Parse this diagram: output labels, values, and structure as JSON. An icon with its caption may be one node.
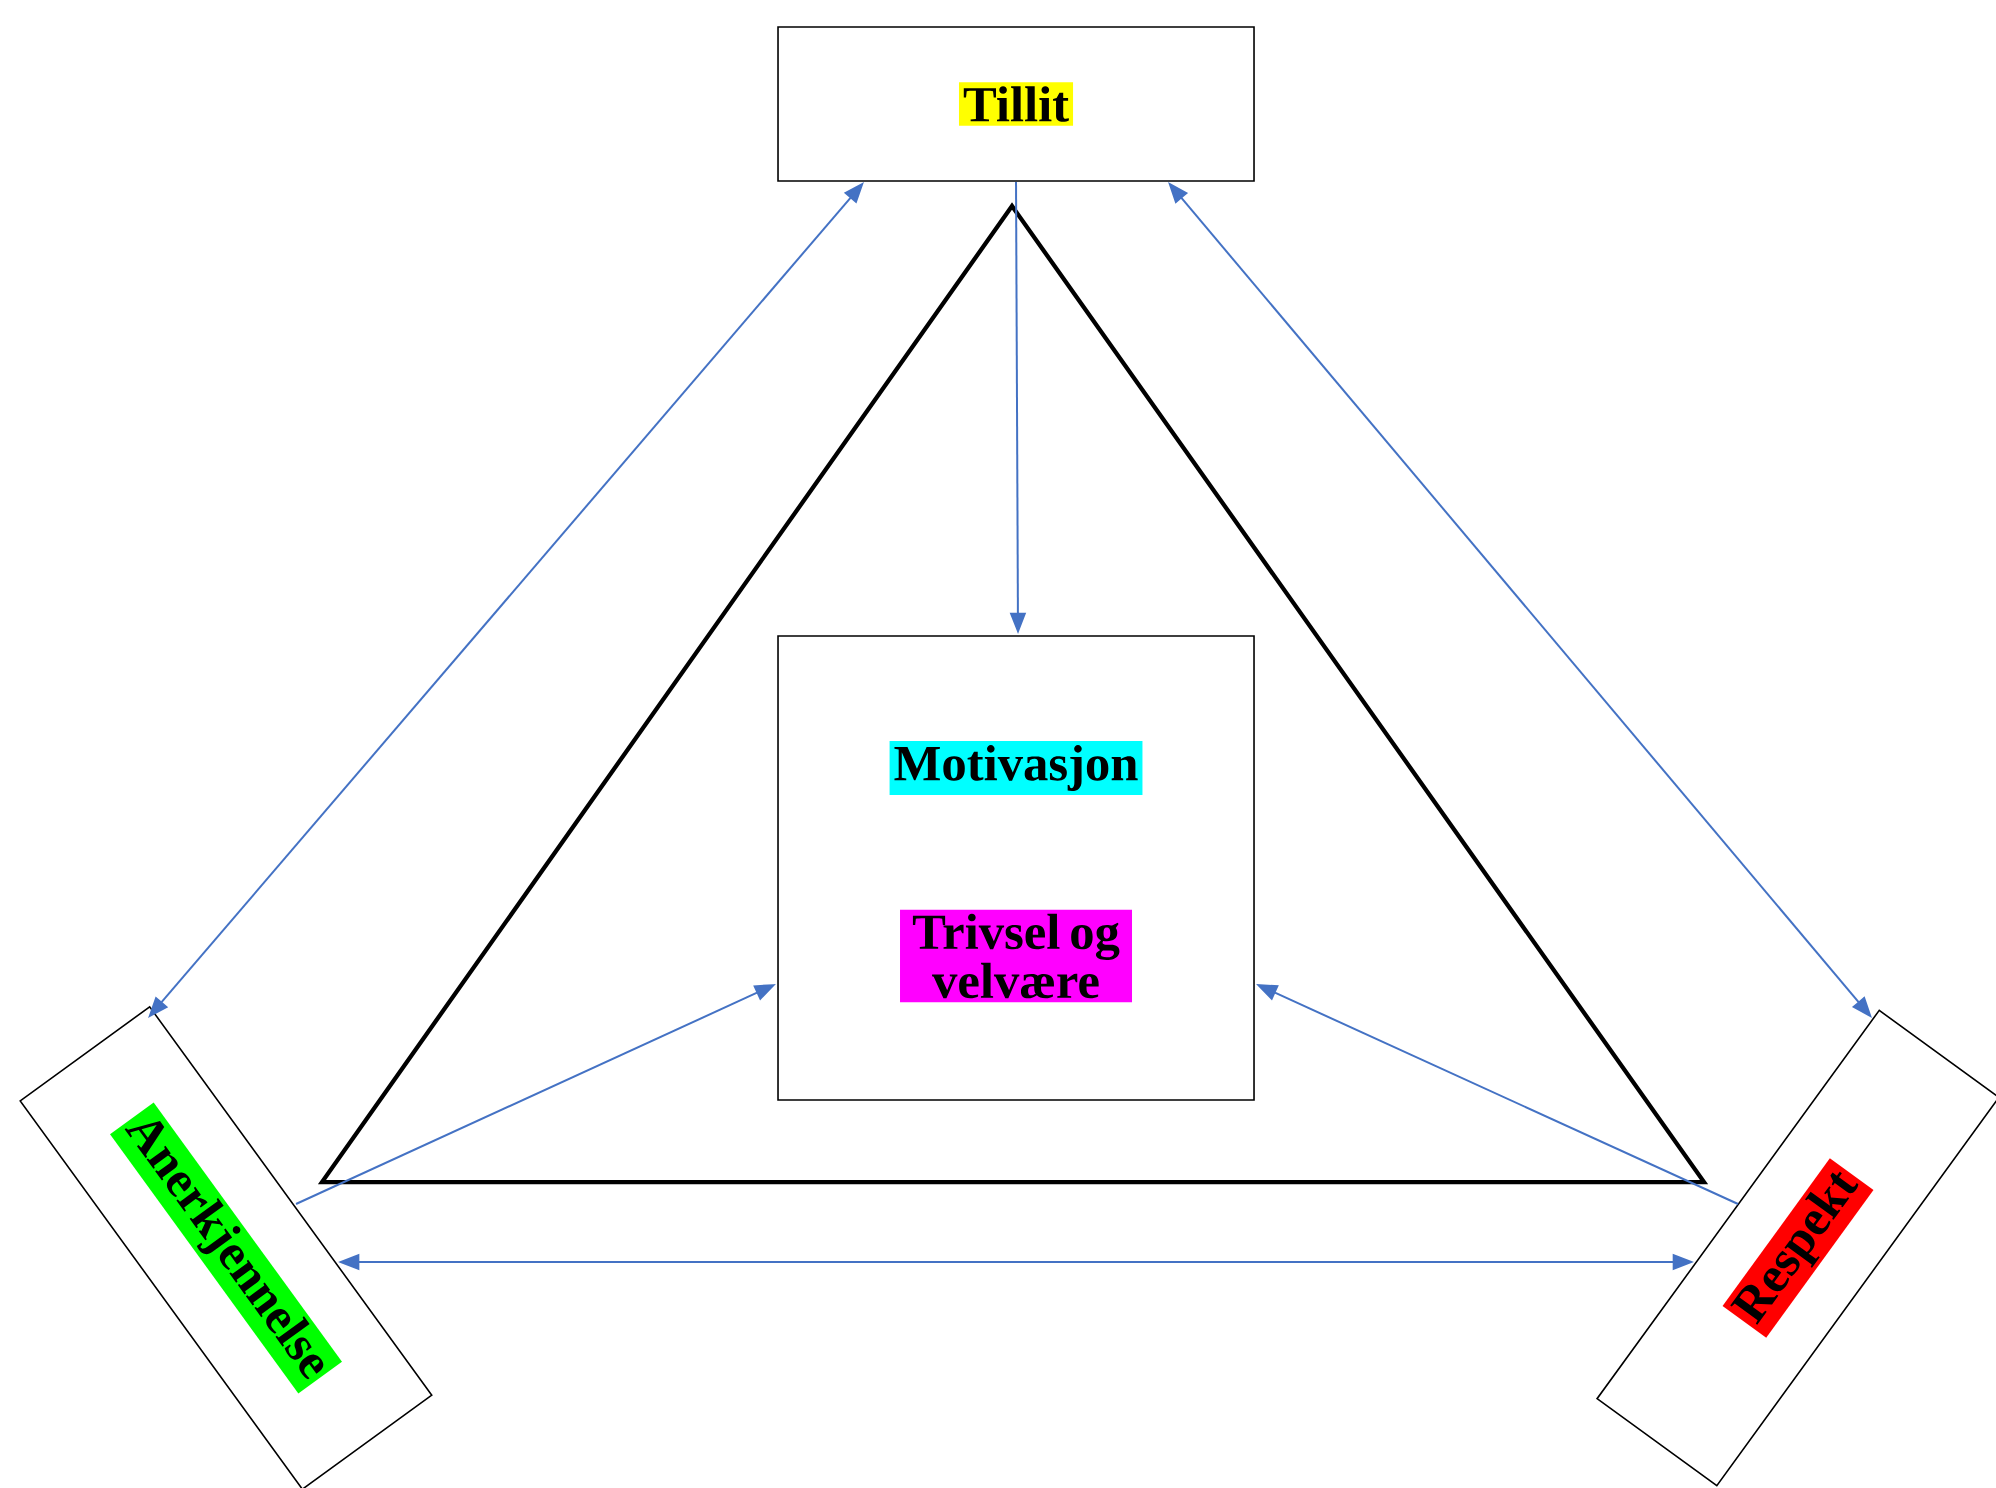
{
  "diagram": {
    "nodes": [
      {
        "text": [
          "Tillit"
        ]
      },
      {
        "text": [
          "Anerkjennelse"
        ]
      },
      {
        "text": [
          "Respekt"
        ]
      },
      {
        "text": [],
        "shape": "triangle"
      },
      {
        "text": [
          "Motivasjon",
          "Trivsel og velvære"
        ],
        "in": 3
      }
    ],
    "edges": [
      {
        "from": 0,
        "to": 1,
        "arrow": "both"
      },
      {
        "from": 0,
        "to": 2,
        "arrow": "both"
      },
      {
        "from": 0,
        "to": 4,
        "arrow": "to"
      },
      {
        "from": 1,
        "to": 4,
        "arrow": "to"
      },
      {
        "from": 2,
        "to": 4,
        "arrow": "to"
      },
      {
        "from": 1,
        "to": 2,
        "arrow": "both"
      }
    ]
  }
}
